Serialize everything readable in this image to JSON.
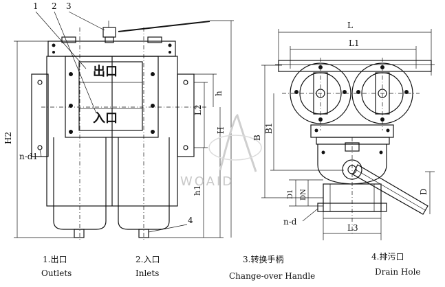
{
  "left_view": {
    "callouts": [
      "1",
      "2",
      "3"
    ],
    "port_labels": {
      "outlet_cn": "出口",
      "inlet_cn": "入口"
    },
    "dimensions": {
      "h2": "H2",
      "n_d1": "n-d1",
      "l2": "L2",
      "h": "h",
      "h1": "h1",
      "H": "H",
      "callout_4": "4"
    }
  },
  "right_view": {
    "dimensions": {
      "L": "L",
      "L1": "L1",
      "B1": "B1",
      "B": "B",
      "D1": "D1",
      "DN": "DN",
      "D": "D",
      "n_d": "n-d",
      "L3": "L3"
    }
  },
  "watermark": "WOAID",
  "captions": [
    {
      "cn": "1.出口",
      "en": "Outlets"
    },
    {
      "cn": "2.入口",
      "en": "Inlets"
    },
    {
      "cn": "3.转换手柄",
      "en": "Change-over Handle"
    },
    {
      "cn": "4.排污口",
      "en": "Drain Hole"
    }
  ]
}
